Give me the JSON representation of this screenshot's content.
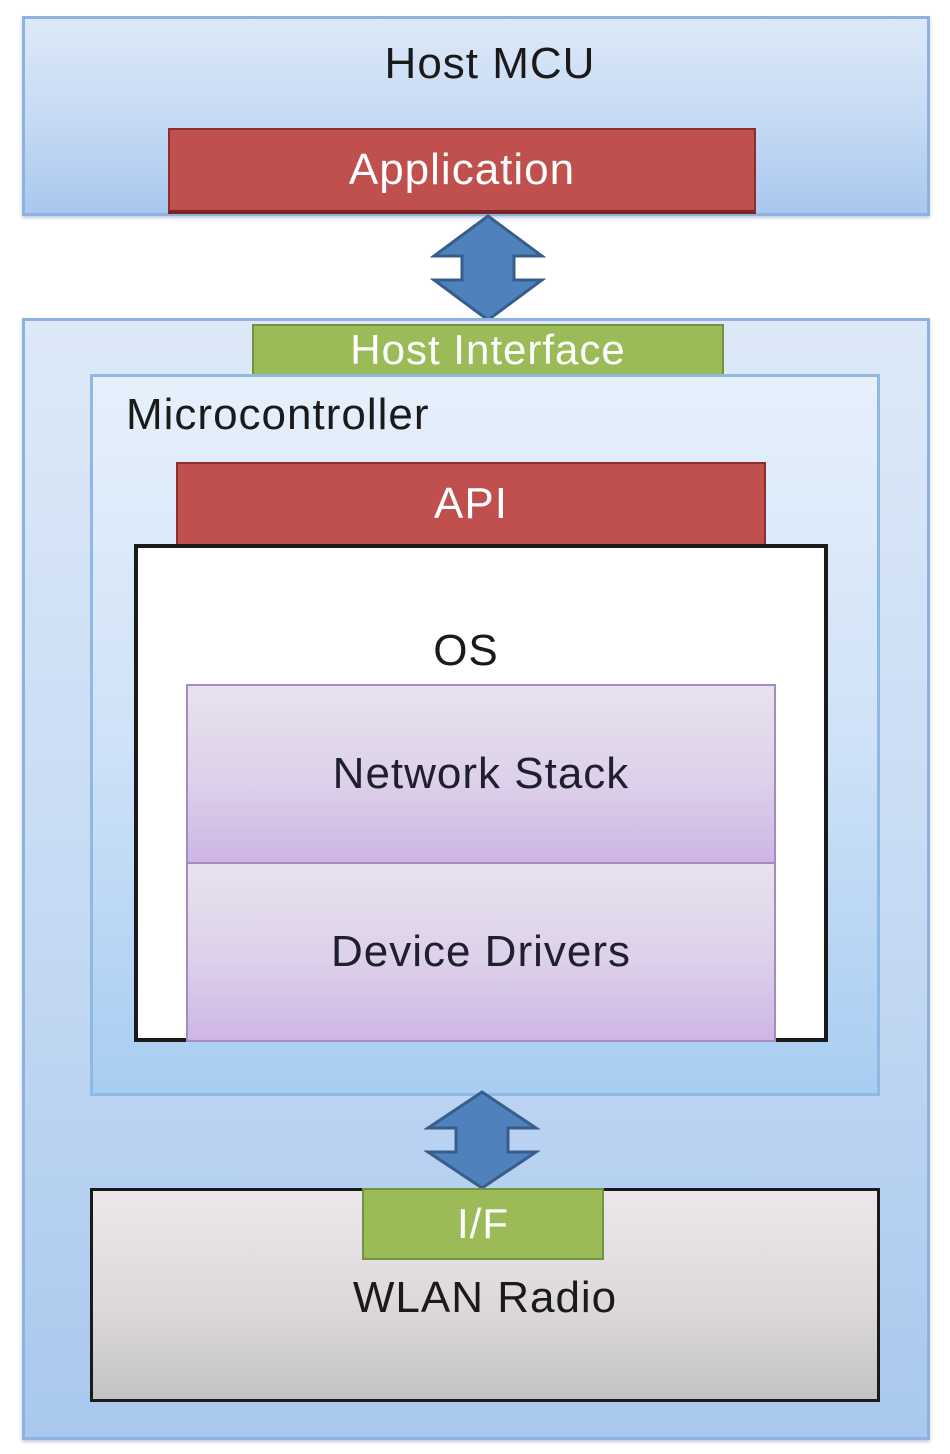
{
  "host_mcu": {
    "title": "Host MCU",
    "application": "Application"
  },
  "module": {
    "host_interface": "Host Interface",
    "microcontroller": {
      "title": "Microcontroller",
      "api": "API",
      "os": {
        "title": "OS",
        "network_stack": "Network Stack",
        "device_drivers": "Device Drivers"
      }
    },
    "interface_tab": "I/F",
    "wlan_radio": "WLAN Radio"
  },
  "colors": {
    "panel_blue": "#c4d9f3",
    "bar_red": "#c0504d",
    "tab_green": "#9bbb59",
    "block_purple": "#ddd0ea",
    "arrow_blue": "#4f81bd",
    "radio_gray": "#d0d0d0"
  },
  "icons": {
    "top_arrow": "double-arrow-vertical-icon",
    "bottom_arrow": "double-arrow-vertical-icon"
  }
}
